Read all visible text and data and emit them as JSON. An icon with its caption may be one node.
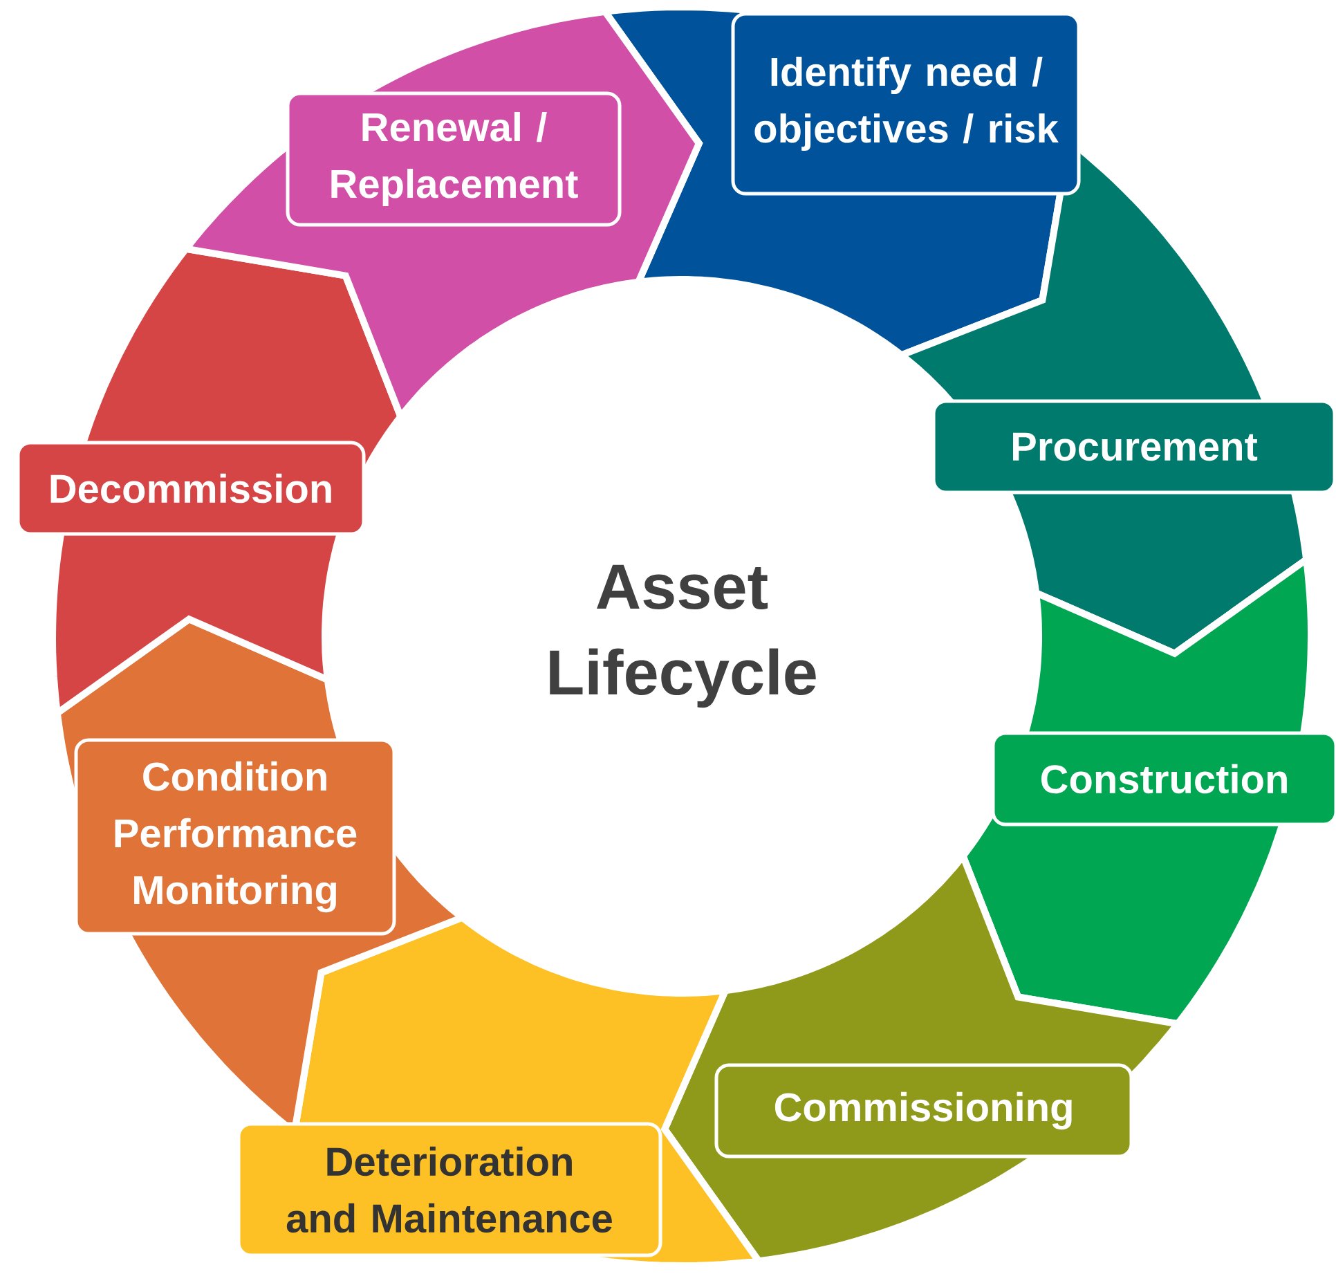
{
  "diagram": {
    "nodes": [
      {
        "text": [
          "Identify need / objectives / risk"
        ]
      },
      {
        "text": [
          "Renewal / Replacement"
        ]
      },
      {
        "text": [
          "Procurement"
        ]
      },
      {
        "text": [
          "Decommission"
        ]
      },
      {
        "text": [
          "Asset Lifecycle"
        ]
      },
      {
        "text": [
          "Construction"
        ]
      },
      {
        "text": [
          "Condition Performance Monitoring"
        ]
      },
      {
        "text": [
          "Commissioning"
        ]
      },
      {
        "text": [
          "Deterioration and Maintenance"
        ]
      }
    ]
  }
}
